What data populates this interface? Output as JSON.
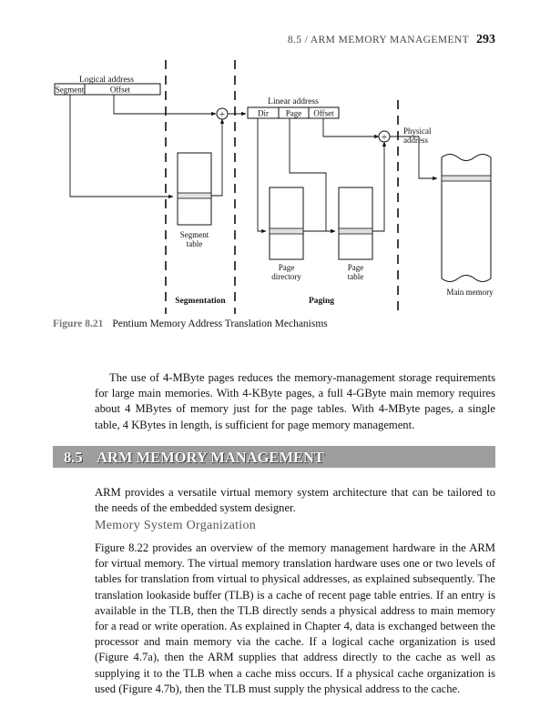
{
  "header": {
    "running_head": "8.5 / ARM MEMORY MANAGEMENT",
    "page_number": "293"
  },
  "figure": {
    "logical_address": "Logical address",
    "segment": "Segment",
    "offset": "Offset",
    "linear_address": "Linear address",
    "dir": "Dir",
    "page": "Page",
    "linear_offset": "Offset",
    "physical_line1": "Physical",
    "physical_line2": "address",
    "segment_table_line1": "Segment",
    "segment_table_line2": "table",
    "page_directory_line1": "Page",
    "page_directory_line2": "directory",
    "page_table_line1": "Page",
    "page_table_line2": "table",
    "main_memory": "Main memory",
    "segmentation": "Segmentation",
    "paging": "Paging",
    "adder_symbol": "+"
  },
  "caption": {
    "number": "Figure 8.21",
    "text": "Pentium Memory Address Translation Mechanisms"
  },
  "paragraph1": "The use of 4-MByte pages reduces the memory-management storage requirements for large main memories. With 4-KByte pages, a full 4-GByte main memory requires about 4 MBytes of memory just for the page tables. With 4-MByte pages, a single table, 4 KBytes in length, is sufficient for page memory management.",
  "section": {
    "number": "8.5",
    "title": "ARM MEMORY MANAGEMENT"
  },
  "paragraph2": "ARM provides a versatile virtual memory system architecture that can be tailored to the needs of the embedded system designer.",
  "subheading": "Memory System Organization",
  "paragraph3": "Figure 8.22 provides an overview of the memory management hardware in the ARM for virtual memory. The virtual memory translation hardware uses one or two levels of tables for translation from virtual to physical addresses, as explained subsequently. The translation lookaside buffer (TLB) is a cache of recent page table entries. If an entry is available in the TLB, then the TLB directly sends a physical address to main memory for a read or write operation. As explained in Chapter 4, data is exchanged between the processor and main memory via the cache. If a logical cache organization is used (Figure 4.7a), then the ARM supplies that address directly to the cache as well as supplying it to the TLB when a cache miss occurs. If a physical cache organization is used (Figure 4.7b), then the TLB must supply the physical address to the cache."
}
